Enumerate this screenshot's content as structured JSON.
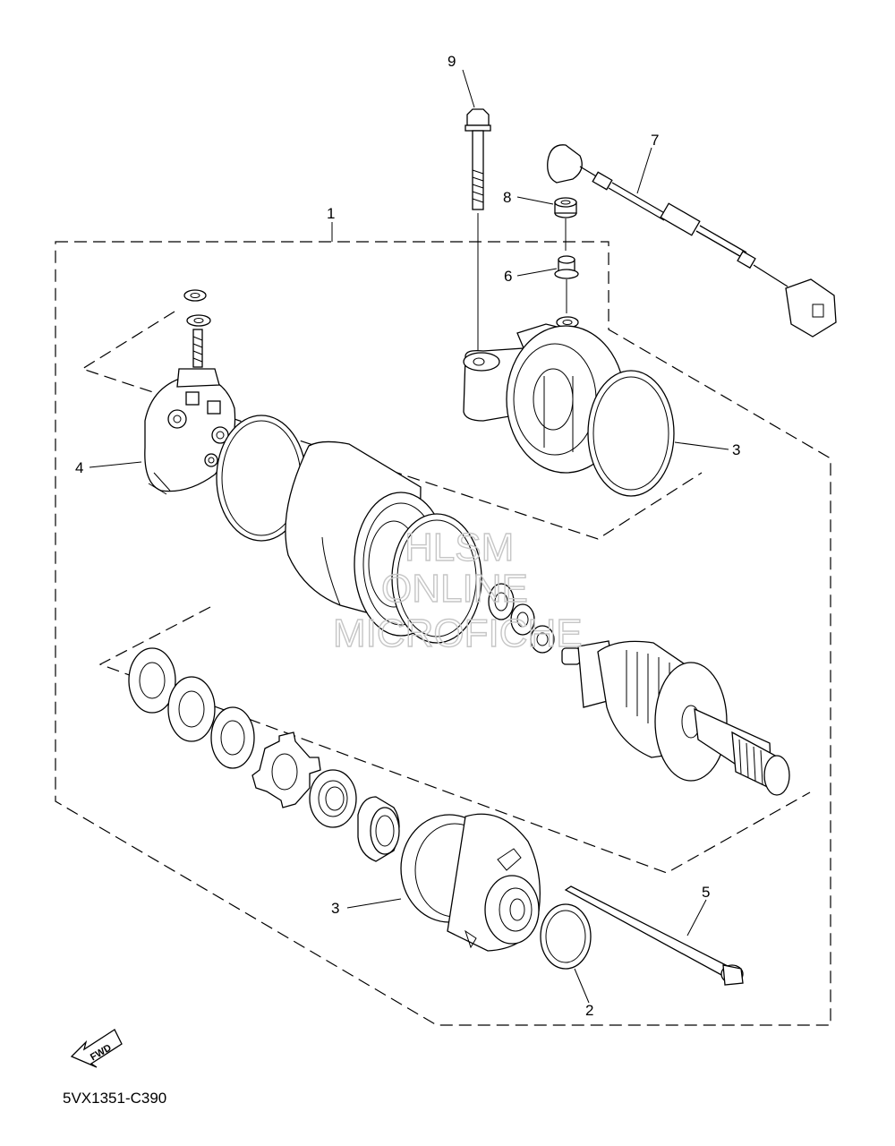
{
  "diagram": {
    "callouts": [
      {
        "id": "1",
        "label": "1"
      },
      {
        "id": "2",
        "label": "2"
      },
      {
        "id": "3a",
        "label": "3"
      },
      {
        "id": "3b",
        "label": "3"
      },
      {
        "id": "4",
        "label": "4"
      },
      {
        "id": "5",
        "label": "5"
      },
      {
        "id": "6",
        "label": "6"
      },
      {
        "id": "7",
        "label": "7"
      },
      {
        "id": "8",
        "label": "8"
      },
      {
        "id": "9",
        "label": "9"
      }
    ],
    "fwd_label": "FWD",
    "part_code": "5VX1351-C390"
  },
  "watermark": {
    "line1": "HLSM",
    "line2": "ONLINE",
    "line3": "MICROFICHE"
  }
}
